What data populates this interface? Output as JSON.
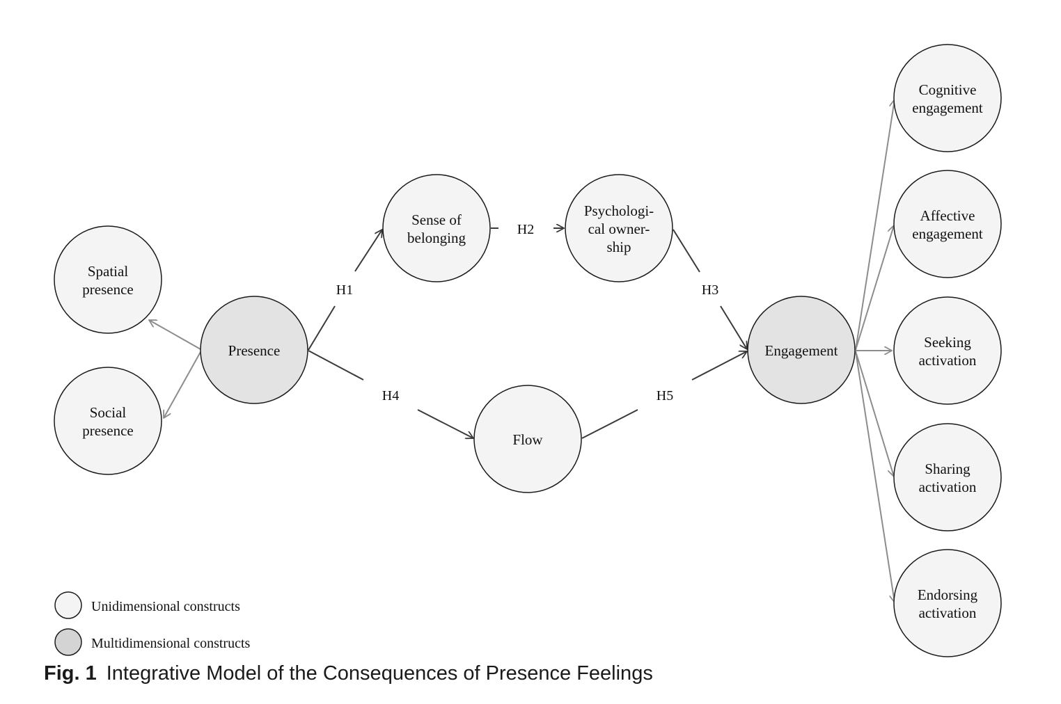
{
  "colors": {
    "uni_fill": "#f3f4f3",
    "multi_fill": "#e3e3e3",
    "legend_multi_fill": "#d4d4d4",
    "stroke": "#1a1a1a",
    "dark_arrow": "#3a3a3a",
    "light_arrow": "#8c8c8c"
  },
  "nodes": {
    "spatial": [
      "Spatial",
      "presence"
    ],
    "social": [
      "Social",
      "presence"
    ],
    "presence": [
      "Presence"
    ],
    "belonging": [
      "Sense of",
      "belonging"
    ],
    "ownership": [
      "Psychologi-",
      "cal owner-",
      "ship"
    ],
    "flow": [
      "Flow"
    ],
    "engagement": [
      "Engagement"
    ],
    "cognitive": [
      "Cognitive",
      "engagement"
    ],
    "affective": [
      "Affective",
      "engagement"
    ],
    "seeking": [
      "Seeking",
      "activation"
    ],
    "sharing": [
      "Sharing",
      "activation"
    ],
    "endorsing": [
      "Endorsing",
      "activation"
    ]
  },
  "hypotheses": {
    "h1": "H1",
    "h2": "H2",
    "h3": "H3",
    "h4": "H4",
    "h5": "H5"
  },
  "legend": {
    "unidimensional": "Unidimensional constructs",
    "multidimensional": "Multidimensional constructs"
  },
  "caption": {
    "label": "Fig. 1",
    "text": "Integrative Model of the Consequences of Presence Feelings"
  }
}
